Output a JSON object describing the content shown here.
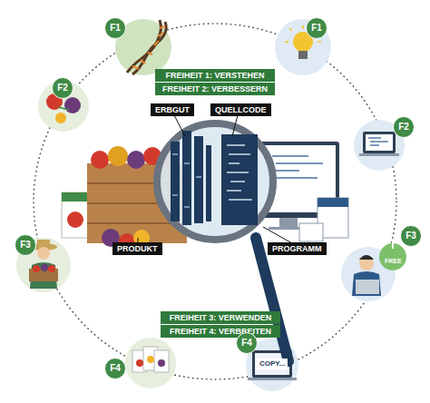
{
  "diagram": {
    "nodes": [
      {
        "text": [
          "F1"
        ]
      },
      {
        "text": [
          "F1"
        ]
      },
      {
        "text": [
          "FREIHEIT 1: VERSTEHEN"
        ]
      },
      {
        "text": [
          "FREIHEIT 2: VERBESSERN"
        ]
      },
      {
        "text": [
          "ERBGUT"
        ]
      },
      {
        "text": [
          "QUELLCODE"
        ]
      },
      {
        "text": [
          "F2"
        ]
      },
      {
        "text": [
          "F2"
        ]
      },
      {
        "text": [
          "PRODUKT"
        ]
      },
      {
        "text": [
          "PROGRAMM"
        ]
      },
      {
        "text": [
          "F3"
        ]
      },
      {
        "text": [
          "F3"
        ]
      },
      {
        "text": [
          "FREIHEIT 3: VERWENDEN"
        ]
      },
      {
        "text": [
          "FREIHEIT 4: VERBREITEN"
        ]
      },
      {
        "text": [
          "F4"
        ]
      },
      {
        "text": [
          "F4"
        ]
      }
    ],
    "labels": [
      "FREE",
      "COPY..."
    ]
  }
}
